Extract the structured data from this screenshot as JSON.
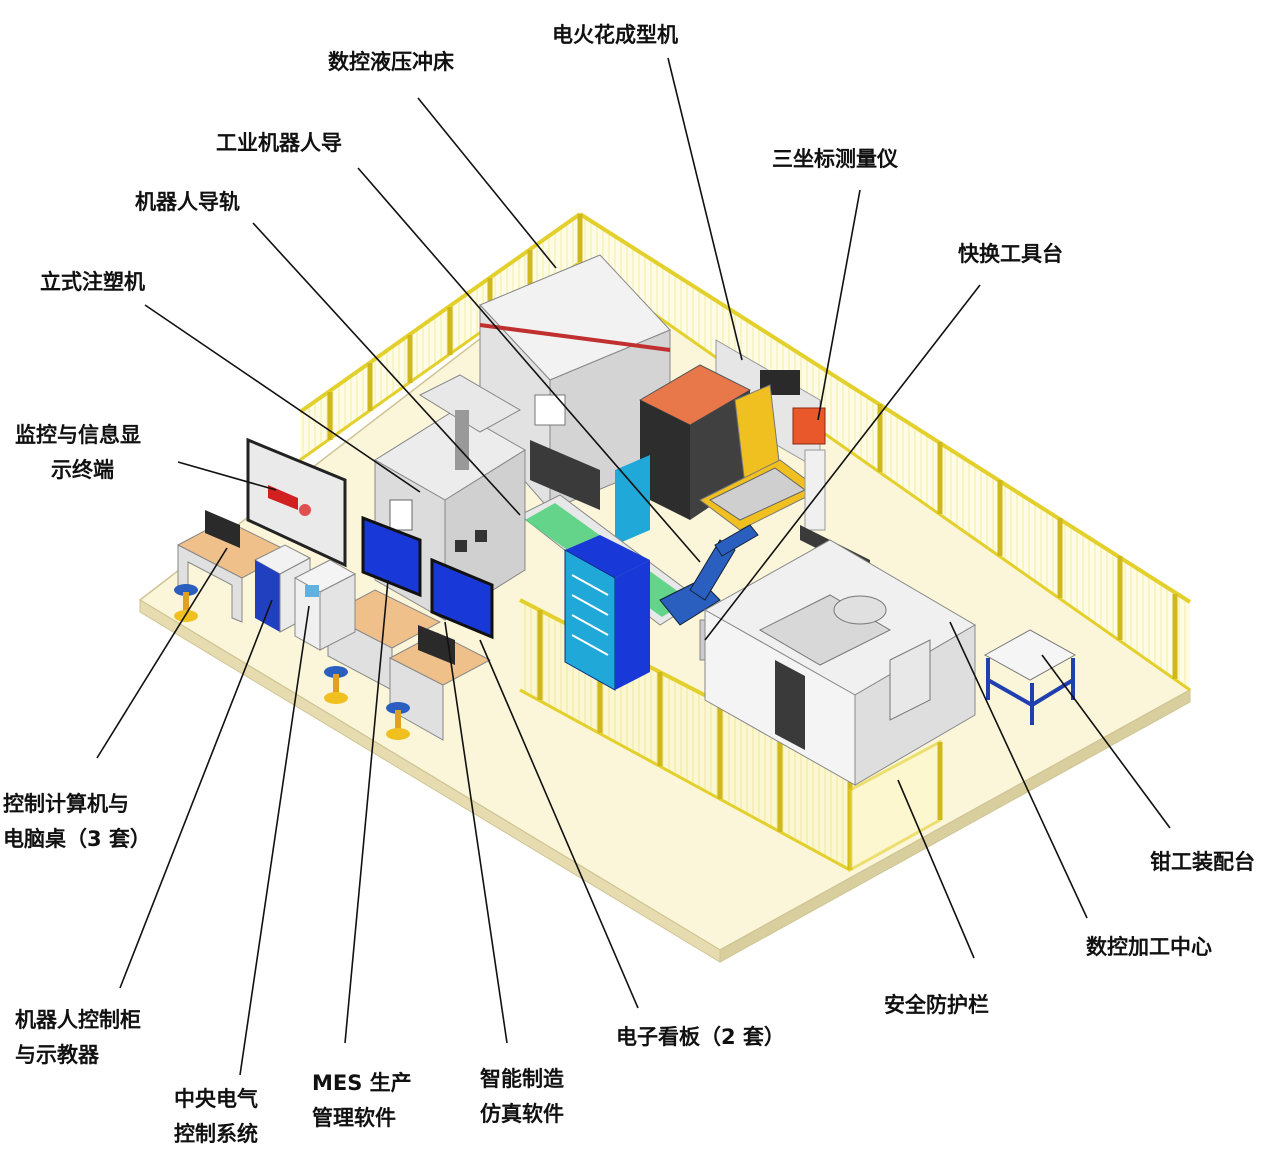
{
  "colors": {
    "floor": "#fbf6d9",
    "floor_edge": "#e6dcb0",
    "fence": "#e3d02c",
    "fence_fill": "#fdf9c8",
    "machine_light": "#eeeeee",
    "machine_mid": "#d9d9d9",
    "machine_dark": "#3a3a3a",
    "monitor_blue": "#1838d8",
    "robot_blue": "#2a5fc0",
    "cyan": "#1fa8d8",
    "orange": "#e8784a",
    "yellow": "#f0c020",
    "conveyor_green": "#4cd07a",
    "desk": "#f0c08a",
    "leader": "#111111"
  },
  "labels": {
    "edm": "电火花成型机",
    "press": "数控液压冲床",
    "cmm": "三坐标测量仪",
    "robot_guide": "工业机器人导",
    "robot_rail": "机器人导轨",
    "tool_changer": "快换工具台",
    "injection": "立式注塑机",
    "monitor_1": "监控与信息显",
    "monitor_2": "示终端",
    "pc_desk_1": "控制计算机与",
    "pc_desk_2": "电脑桌（3 套）",
    "bench": "钳工装配台",
    "cnc": "数控加工中心",
    "fence": "安全防护栏",
    "kanban": "电子看板（2 套）",
    "robot_cab_1": "机器人控制柜",
    "robot_cab_2": "与示教器",
    "central_1": "中央电气",
    "central_2": "控制系统",
    "mes_1": "MES 生产",
    "mes_2": "管理软件",
    "sim_1": "智能制造",
    "sim_2": "仿真软件"
  }
}
